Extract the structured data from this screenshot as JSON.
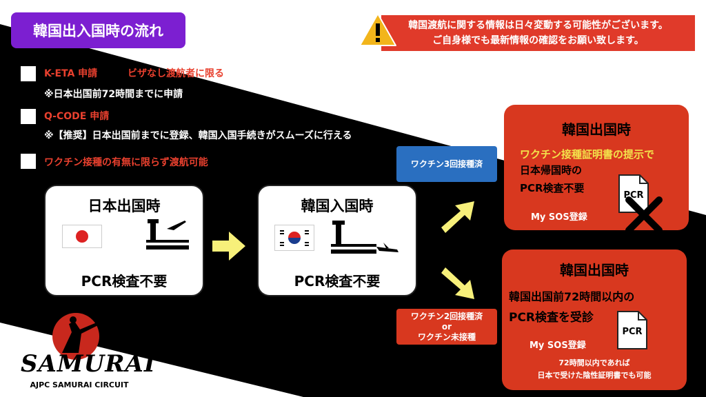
{
  "header": {
    "title": "韓国出入国時の流れ"
  },
  "warning": {
    "line1": "韓国渡航に関する情報は日々変動する可能性がございます。",
    "line2": "ご自身様でも最新情報の確認をお願い致します。"
  },
  "requirements": [
    {
      "label": "K-ETA 申請",
      "extra": "ビザなし渡航者に限る",
      "note": "※日本出国前72時間までに申請"
    },
    {
      "label": "Q-CODE 申請",
      "note": "※【推奨】日本出国前までに登録、韓国入国手続きがスムーズに行える"
    },
    {
      "label": "ワクチン接種の有無に限らず渡航可能"
    }
  ],
  "stages": {
    "japan_departure": {
      "title": "日本出国時",
      "note": "PCR検査不要"
    },
    "korea_entry": {
      "title": "韓国入国時",
      "note": "PCR検査不要"
    }
  },
  "branch_labels": {
    "vaccinated3": "ワクチン3回接種済",
    "unvaccinated_line1": "ワクチン2回接種済",
    "unvaccinated_line2": "or",
    "unvaccinated_line3": "ワクチン未接種"
  },
  "exit_cards": {
    "vaccinated": {
      "title": "韓国出国時",
      "highlight": "ワクチン接種証明書の提示で",
      "line2": "日本帰国時の",
      "line3": "PCR検査不要",
      "mysos": "My SOS登録",
      "doc_label": "PCR"
    },
    "unvaccinated": {
      "title": "韓国出国時",
      "line1": "韓国出国前72時間以内の",
      "line2": "PCR検査を受診",
      "mysos": "My SOS登録",
      "doc_label": "PCR",
      "note1": "72時間以内であれば",
      "note2": "日本で受けた陰性証明書でも可能"
    }
  },
  "logo": {
    "brand": "SAMURAI",
    "sub": "AJPC SAMURAI CIRCUIT"
  },
  "icons": [
    "warning-icon",
    "japan-flag-icon",
    "korea-flag-icon",
    "airport-tower-icon",
    "airplane-icon",
    "arrow-right-icon",
    "document-icon",
    "cross-icon"
  ],
  "colors": {
    "title_purple": "#7c1fd1",
    "warning_red": "#e03a2a",
    "card_red": "#d8381f",
    "pill_blue": "#2a6fc0",
    "arrow_yellow": "#f7f07a",
    "highlight_yellow": "#f3e24b",
    "band_black": "#000000"
  }
}
